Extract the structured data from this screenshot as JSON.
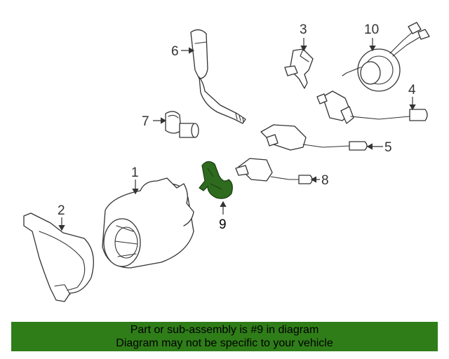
{
  "diagram": {
    "callouts": {
      "c1": "1",
      "c2": "2",
      "c3": "3",
      "c4": "4",
      "c5": "5",
      "c6": "6",
      "c7": "7",
      "c8": "8",
      "c9": "9",
      "c10": "10"
    },
    "highlighted_part": "9",
    "highlight_color": "#2e6b1e"
  },
  "banner": {
    "line1": "Part or sub-assembly is #9 in diagram",
    "line2": "Diagram may not be specific to your vehicle",
    "background": "#2f7d19"
  }
}
